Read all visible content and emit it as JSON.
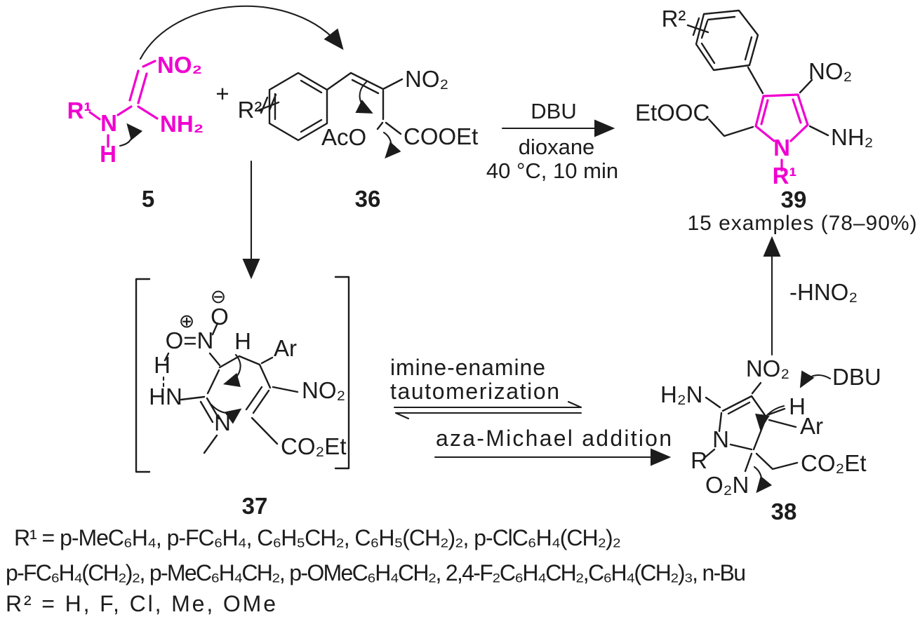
{
  "colors": {
    "ink": "#1c1c1c",
    "magenta": "#f000d0",
    "bg": "#ffffff"
  },
  "operators": {
    "plus": "+"
  },
  "compounds": {
    "c5": {
      "id": "5",
      "no2": "NO₂",
      "r1": "R¹",
      "n": "N",
      "h": "H",
      "nh2": "NH₂"
    },
    "c36": {
      "id": "36",
      "r2": "R²",
      "no2": "NO₂",
      "aco": "AcO",
      "cooet": "COOEt"
    },
    "c39": {
      "id": "39",
      "r2": "R²",
      "no2": "NO₂",
      "etooc": "EtOOC",
      "nh2": "NH₂",
      "n": "N",
      "r1": "R¹",
      "scope": "15 examples (78–90%)"
    },
    "c37": {
      "id": "37",
      "charge_minus": "⊖",
      "charge_plus": "⊕",
      "o_top": "O",
      "on": "O=N",
      "h_bridge": "H",
      "h_methine": "H",
      "ar": "Ar",
      "hn": "HN",
      "n_imine": "N",
      "no2": "NO₂",
      "co2et": "CO₂Et"
    },
    "c38": {
      "id": "38",
      "no2": "NO₂",
      "dbu": "DBU",
      "h2n": "H₂N",
      "h": "H",
      "ar": "Ar",
      "n": "N",
      "r": "R",
      "o2n": "O₂N",
      "co2et": "CO₂Et"
    }
  },
  "arrows": {
    "main": {
      "above": "DBU",
      "below1": "dioxane",
      "below2": "40 °C, 10 min"
    },
    "elimination": "-HNO₂",
    "equilibrium": {
      "label1": "imine-enamine",
      "label2": "tautomerization"
    },
    "forward": {
      "label": "aza-Michael addition"
    }
  },
  "legend": {
    "r1_line1": "R¹ =  p-MeC₆H₄,  p-FC₆H₄, C₆H₅CH₂, C₆H₅(CH₂)₂, p-ClC₆H₄(CH₂)₂",
    "r1_line2": "p-FC₆H₄(CH₂)₂, p-MeC₆H₄CH₂,  p-OMeC₆H₄CH₂, 2,4-F₂C₆H₄CH₂,C₆H₄(CH₂)₃, n-Bu",
    "r2_line": "R² = H, F, Cl, Me, OMe"
  }
}
